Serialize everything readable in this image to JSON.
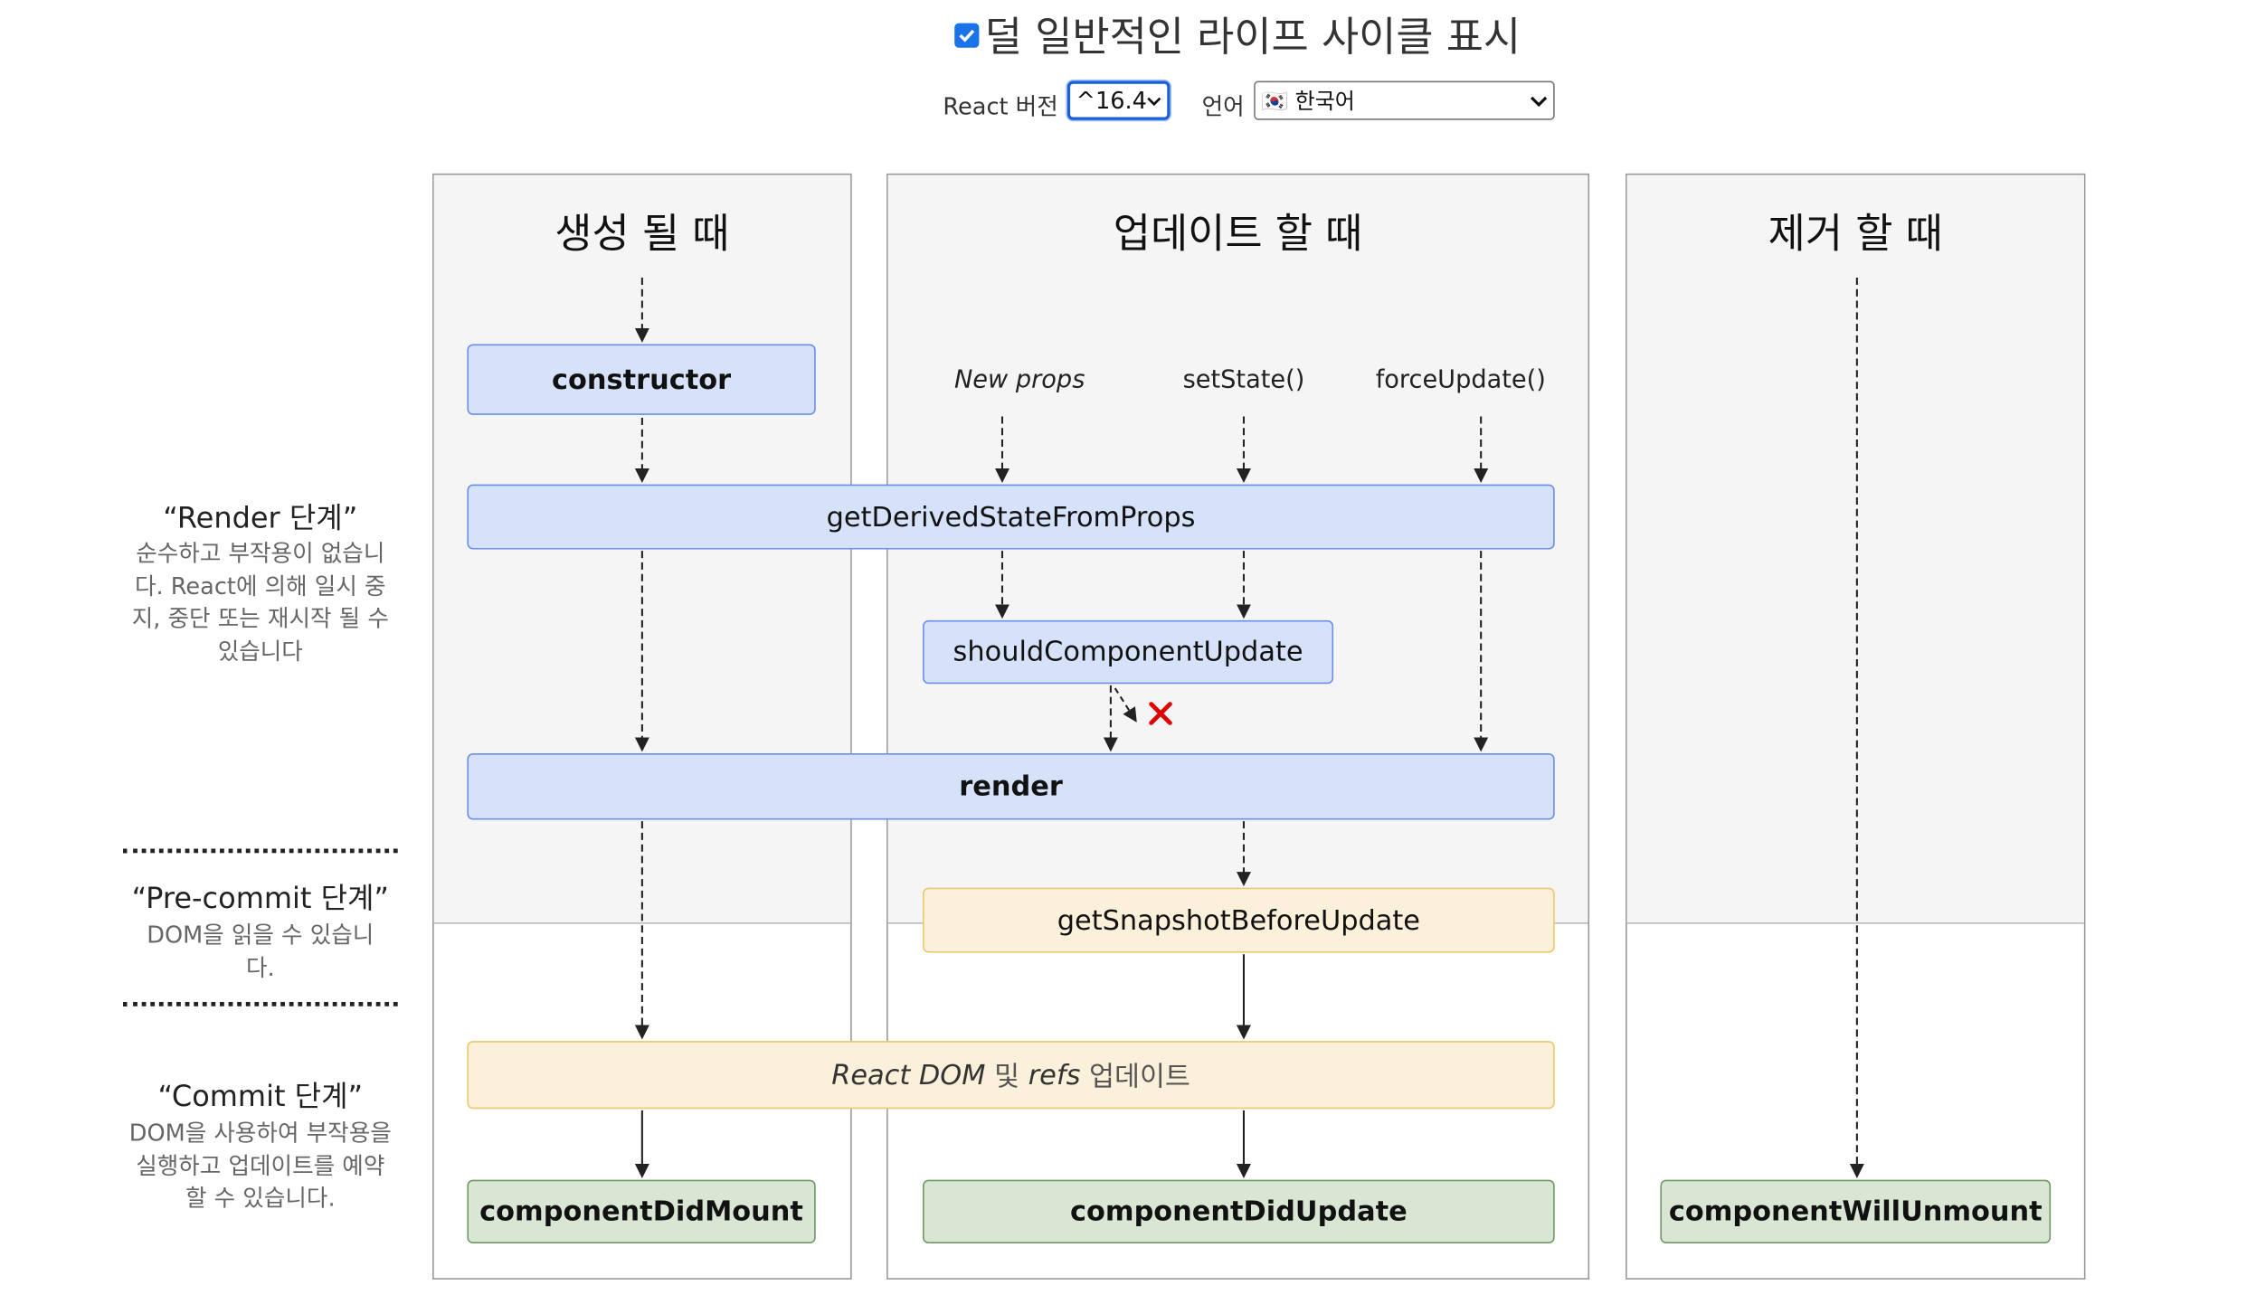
{
  "header": {
    "checkbox_checked": true,
    "show_less_common_label": "덜 일반적인 라이프 사이클 표시",
    "react_version_label": "React 버전",
    "react_version_value": "^16.4",
    "language_label": "언어",
    "language_value": "🇰🇷 한국어"
  },
  "phases": {
    "render": {
      "title": "“Render 단계”",
      "desc": "순수하고 부작용이 없습니다. React에 의해 일시 중지, 중단 또는 재시작 될 수 있습니다"
    },
    "precommit": {
      "title": "“Pre-commit 단계”",
      "desc": "DOM을 읽을 수 있습니다."
    },
    "commit": {
      "title": "“Commit 단계”",
      "desc": "DOM을 사용하여 부작용을 실행하고 업데이트를 예약 할 수 있습니다."
    }
  },
  "columns": {
    "mounting": "생성 될 때",
    "updating": "업데이트 할 때",
    "unmounting": "제거 할 때"
  },
  "triggers": {
    "new_props": "New props",
    "set_state": "setState()",
    "force_update": "forceUpdate()"
  },
  "methods": {
    "constructor": "constructor",
    "get_derived_state_from_props": "getDerivedStateFromProps",
    "should_component_update": "shouldComponentUpdate",
    "render": "render",
    "get_snapshot_before_update": "getSnapshotBeforeUpdate",
    "react_dom_update_a": "React DOM",
    "react_dom_update_b": " 및 ",
    "react_dom_update_c": "refs",
    "react_dom_update_d": " 업데이트",
    "component_did_mount": "componentDidMount",
    "component_did_update": "componentDidUpdate",
    "component_will_unmount": "componentWillUnmount"
  },
  "colors": {
    "render_box": "#d6e2fa",
    "commit_box": "#fbf0d9",
    "lifecycle_box": "#d9e6d4",
    "cancel_mark": "#e00000"
  }
}
